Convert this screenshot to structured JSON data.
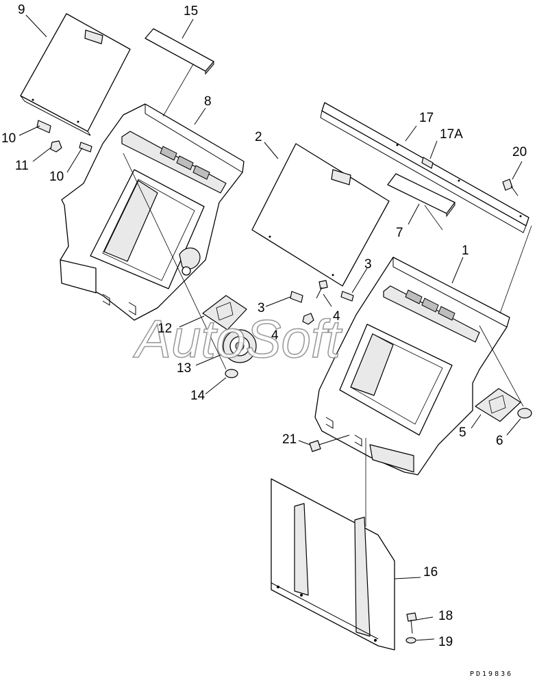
{
  "parts": {
    "p1": "1",
    "p2": "2",
    "p3a": "3",
    "p3b": "3",
    "p4a": "4",
    "p4b": "4",
    "p5": "5",
    "p6": "6",
    "p7": "7",
    "p8": "8",
    "p9": "9",
    "p10a": "10",
    "p10b": "10",
    "p11": "11",
    "p12": "12",
    "p13": "13",
    "p14": "14",
    "p15": "15",
    "p16": "16",
    "p17": "17",
    "p17a": "17A",
    "p18": "18",
    "p19": "19",
    "p20": "20",
    "p21": "21"
  },
  "watermark": "AutoSoft",
  "drawing_code": "PD19836"
}
